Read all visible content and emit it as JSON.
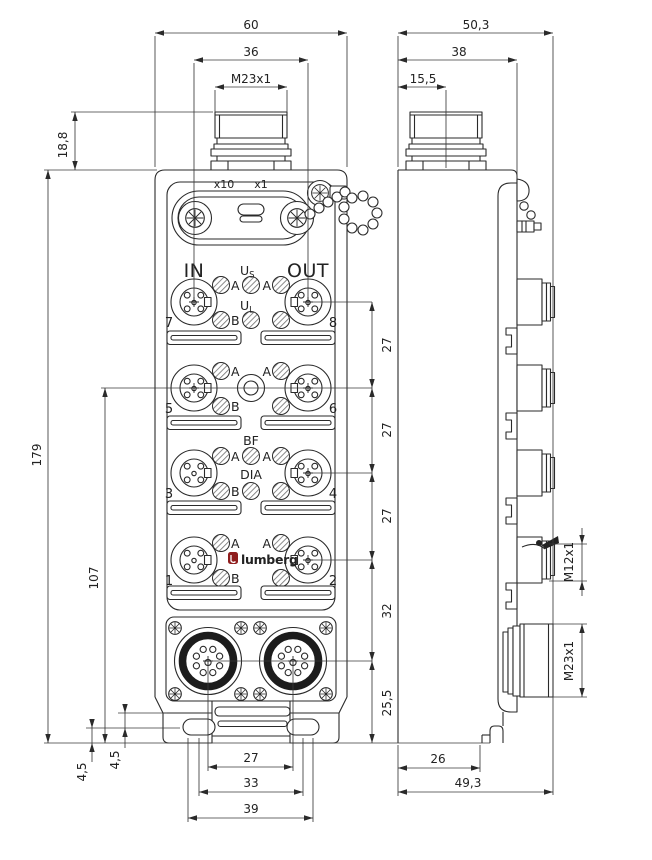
{
  "front": {
    "dims": {
      "overall_width": "60",
      "port_pitch": "36",
      "top_thread": "M23x1",
      "top_height": "18,8",
      "overall_height": "179",
      "port_zone_height": "107",
      "gap_78": "27",
      "gap_56": "27",
      "gap_34": "27",
      "gap_12": "32",
      "gap_m23": "25,5",
      "foot_a": "4,5",
      "foot_b": "4,5",
      "bottom_inner": "27",
      "bottom_mid": "33",
      "bottom_outer": "39"
    },
    "labels": {
      "x10": "x10",
      "x1": "x1",
      "in": "IN",
      "out": "OUT",
      "u": "U",
      "sub_s": "S",
      "sub_l": "L",
      "a": "A",
      "b": "B",
      "bf": "BF",
      "dia": "DIA",
      "brand": "lumberg"
    },
    "ports": {
      "p1": "1",
      "p2": "2",
      "p3": "3",
      "p4": "4",
      "p5": "5",
      "p6": "6",
      "p7": "7",
      "p8": "8"
    }
  },
  "side": {
    "dims": {
      "overall_depth": "50,3",
      "front_depth": "38",
      "axis_offset": "15,5",
      "m12_thread": "M12x1",
      "m23_thread": "M23x1",
      "base_depth": "26",
      "total_depth": "49,3"
    }
  },
  "colors": {
    "line": "#2a2a2a",
    "brand_red": "#8f1d1d",
    "led_hatch": "#777777"
  }
}
